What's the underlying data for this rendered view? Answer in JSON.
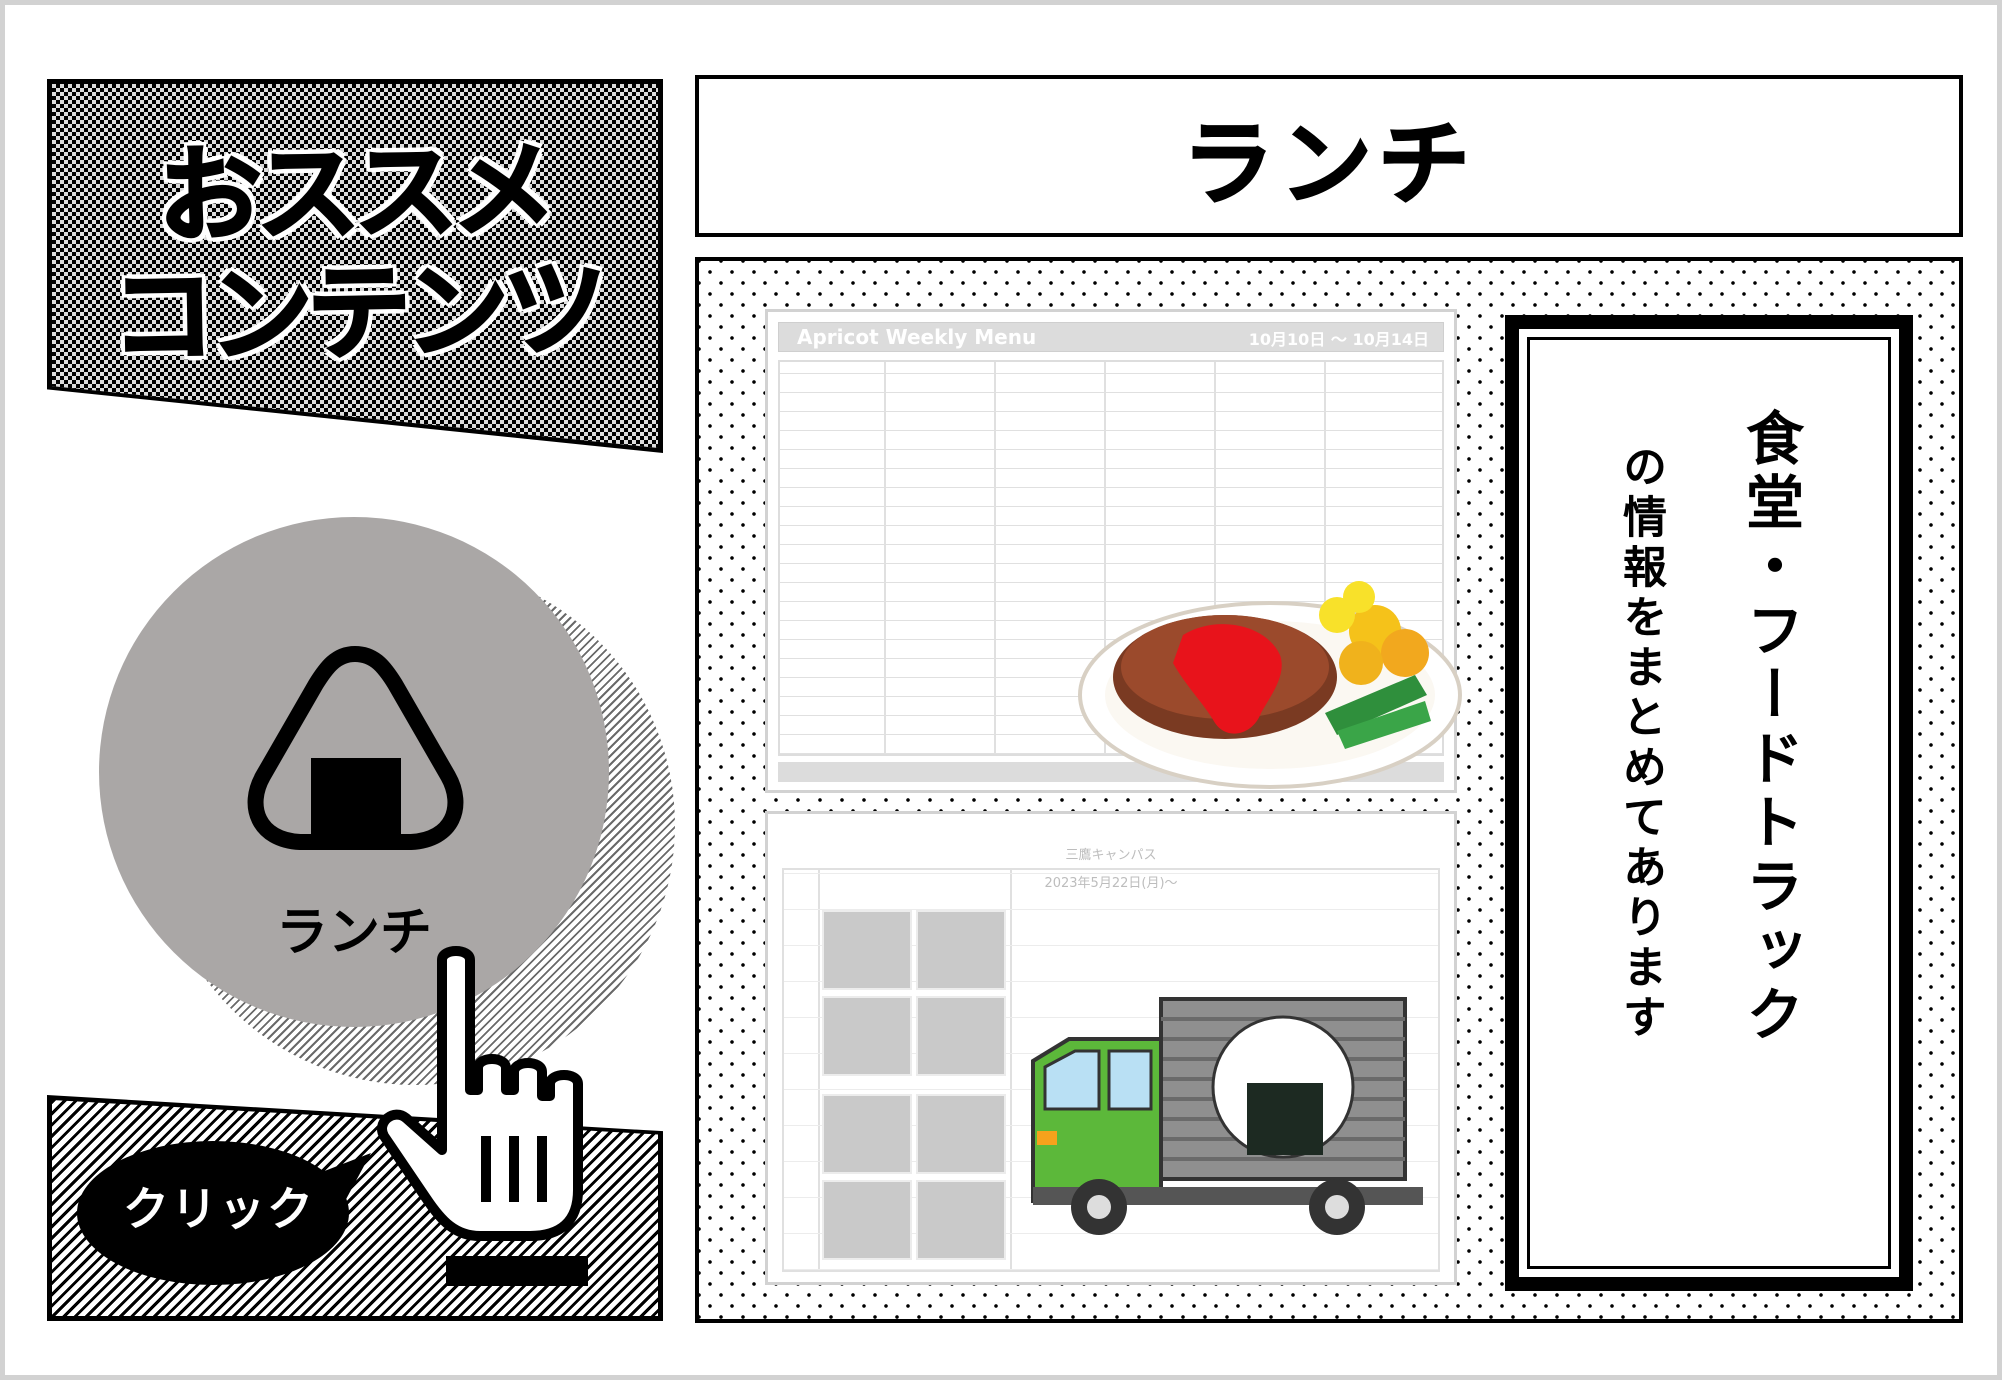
{
  "recommend": {
    "title": "おススメ\nコンテンツ"
  },
  "lunch_button": {
    "label": "ランチ",
    "icon": "onigiri-icon",
    "circle_color": "#aaa7a6"
  },
  "click_hint": {
    "label": "クリック",
    "icon": "pointing-hand-icon"
  },
  "header": {
    "title": "ランチ"
  },
  "weekly_menu": {
    "title": "Apricot Weekly Menu",
    "dates": "10月10日 ～ 10月14日"
  },
  "campus_menu": {
    "title": "三鷹キャンパス",
    "date": "2023年5月22日(月)～"
  },
  "info": {
    "line1": "食堂・フードトラック",
    "line2": "の情報をまとめてあります"
  },
  "illustrations": {
    "food": "hamburg-steak-plate-illustration",
    "truck": "food-truck-illustration"
  }
}
